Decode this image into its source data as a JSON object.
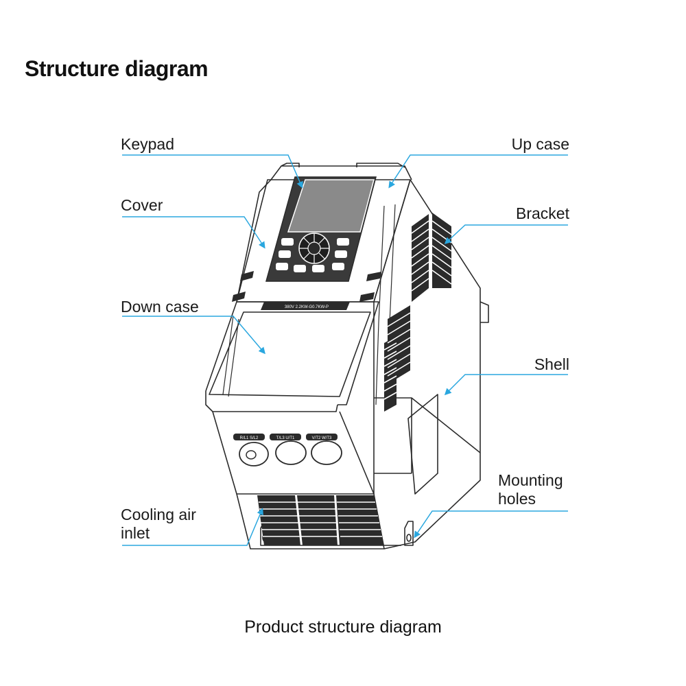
{
  "title": "Structure diagram",
  "caption": "Product structure diagram",
  "labels": {
    "keypad": "Keypad",
    "cover": "Cover",
    "down_case": "Down case",
    "cooling_air_inlet_1": "Cooling air",
    "cooling_air_inlet_2": "inlet",
    "up_case": "Up case",
    "bracket": "Bracket",
    "shell": "Shell",
    "mounting_holes_1": "Mounting",
    "mounting_holes_2": "holes"
  },
  "device_text": {
    "nameplate": "380V 2.2KW-G0.7KW-P",
    "terminal_1": "R/L1 S/L2",
    "terminal_2": "T/L3 U/T1",
    "terminal_3": "V/T2 W/T3"
  },
  "colors": {
    "leader_line": "#2aa7df",
    "outline": "#2b2b2b",
    "screen": "#8a8a8a"
  }
}
